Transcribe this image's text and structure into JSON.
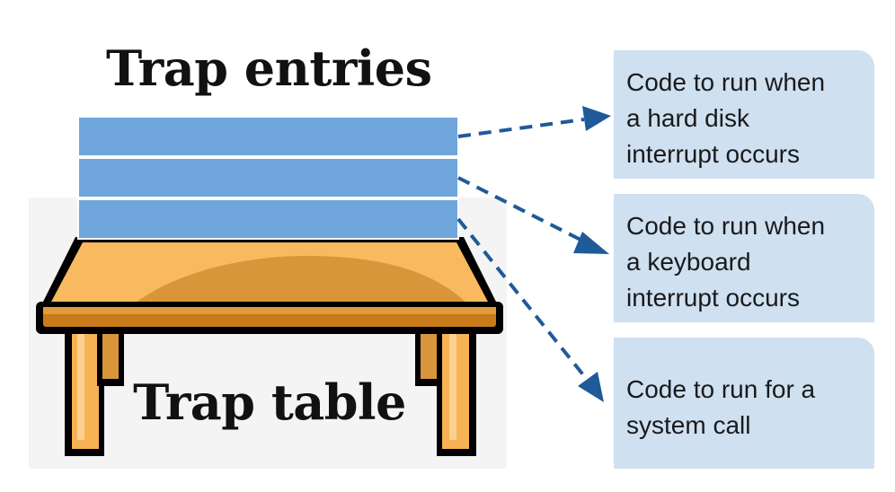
{
  "titles": {
    "entries": "Trap entries",
    "table": "Trap table"
  },
  "callouts": [
    {
      "name": "hard-disk",
      "lines": [
        "Code to run when",
        "a hard disk",
        "interrupt occurs"
      ]
    },
    {
      "name": "keyboard",
      "lines": [
        "Code to run when",
        "a keyboard",
        "interrupt occurs"
      ]
    },
    {
      "name": "syscall",
      "lines": [
        "Code to run for a",
        "system call"
      ]
    }
  ],
  "colors": {
    "entry_fill": "#6fa6dc",
    "entry_border": "#ffffff",
    "callout_fill": "#cfe0f1",
    "arrow": "#1f5a99",
    "table_top": "#f9b95e",
    "table_shade": "#d9953a",
    "table_edge": "#c97b1c",
    "table_leg": "#f7b253",
    "table_outline": "#000000",
    "panel_bg": "#f4f4f4"
  },
  "icons": {
    "table": "wooden-table-icon"
  }
}
